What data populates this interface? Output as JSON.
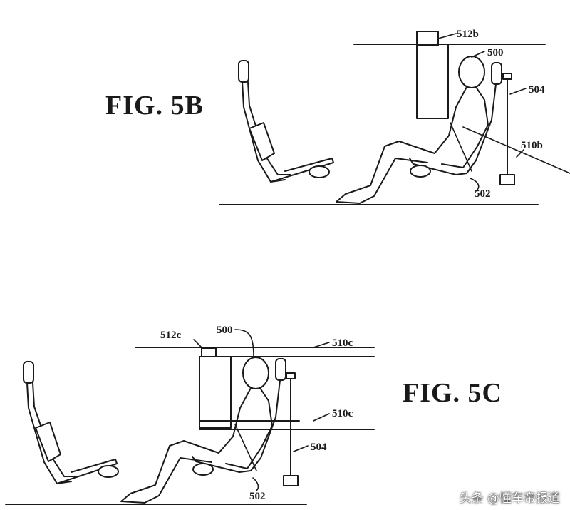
{
  "figures": {
    "fig5b": {
      "title": "FIG. 5B",
      "labels": {
        "occupant": "500",
        "seat": "502",
        "column": "504",
        "plane": "510b",
        "box": "512b"
      }
    },
    "fig5c": {
      "title": "FIG. 5C",
      "labels": {
        "occupant": "500",
        "seat": "502",
        "column": "504",
        "plane_upper": "510c",
        "plane_lower": "510c",
        "box": "512c"
      }
    }
  },
  "watermark": "头条 @懂车帝报道",
  "colors": {
    "ink": "#1a1a1a",
    "background": "#ffffff"
  }
}
